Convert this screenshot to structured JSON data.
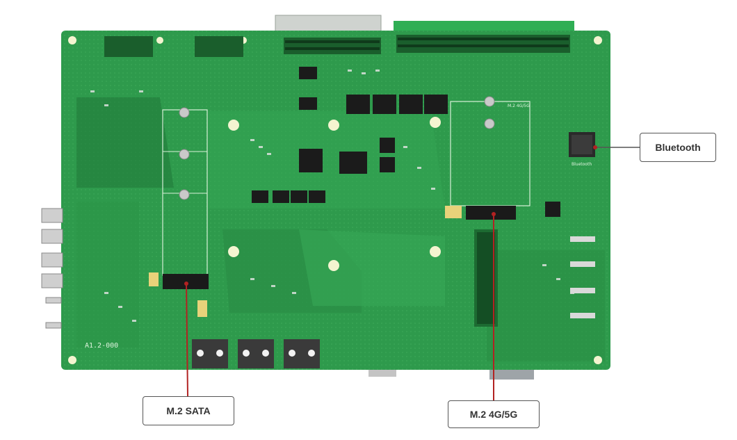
{
  "image": {
    "subject": "green embedded mainboard, component side",
    "colors": {
      "pcb": "#2e9a4c",
      "pcb_dark": "#1f7a39",
      "trace": "#3fb35c",
      "chip": "#1b1b1b",
      "callout_line": "#b22222"
    }
  },
  "board": {
    "silkscreen_version": "A1.2-000",
    "slot_label": "M.2 4G/5G",
    "module_label": "Bluetooth"
  },
  "callouts": {
    "bluetooth": "Bluetooth",
    "m2_sata": "M.2 SATA",
    "m2_4g5g": "M.2 4G/5G"
  }
}
